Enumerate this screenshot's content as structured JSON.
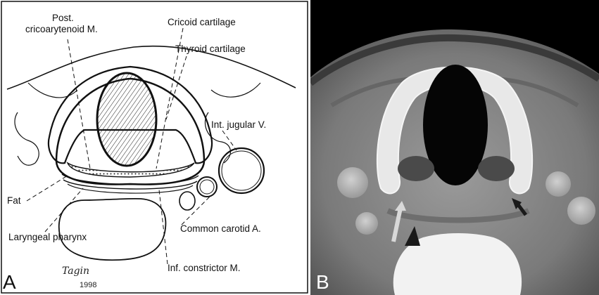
{
  "panel_a": {
    "letter": "A",
    "labels": {
      "post_cricoarytenoid": [
        "Post.",
        "cricoarytenoid M."
      ],
      "cricoid_cartilage": "Cricoid cartilage",
      "thyroid_cartilage": "Thyroid cartilage",
      "int_jugular": "Int. jugular V.",
      "fat": "Fat",
      "laryngeal_pharynx": "Laryngeal pharynx",
      "common_carotid": "Common carotid A.",
      "inf_constrictor": "Inf. constrictor M."
    },
    "signature": {
      "name": "Tagin",
      "year": "1998"
    }
  },
  "panel_b": {
    "letter": "B",
    "arrows": [
      {
        "name": "white-arrow",
        "color": "#d8d8d8"
      },
      {
        "name": "black-arrowhead-left",
        "color": "#1a1a1a"
      },
      {
        "name": "black-arrow-right",
        "color": "#1a1a1a"
      }
    ]
  },
  "colors": {
    "line_art": "#111111",
    "ct_background": "#000000",
    "soft_tissue": "#8a8a8a",
    "cartilage": "#e6e6e6"
  }
}
